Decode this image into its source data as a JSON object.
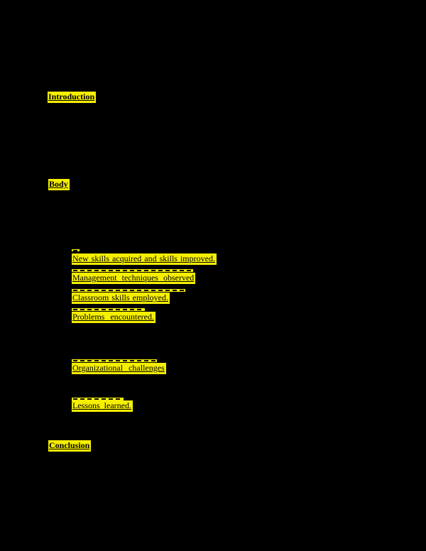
{
  "page": {
    "background_color": "#000000",
    "highlight_color": "#f6ef00",
    "text_color": "#000000"
  },
  "headings": {
    "introduction": "Introduction",
    "body": "Body",
    "conclusion": "Conclusion"
  },
  "items": [
    {
      "label": "New skills acquired and skills improved."
    },
    {
      "label": "Management techniques observed"
    },
    {
      "label": "Classroom skills employed."
    },
    {
      "label": "Problems encountered."
    },
    {
      "label": "Organizational challenges"
    },
    {
      "label": "Lessons learned."
    }
  ]
}
